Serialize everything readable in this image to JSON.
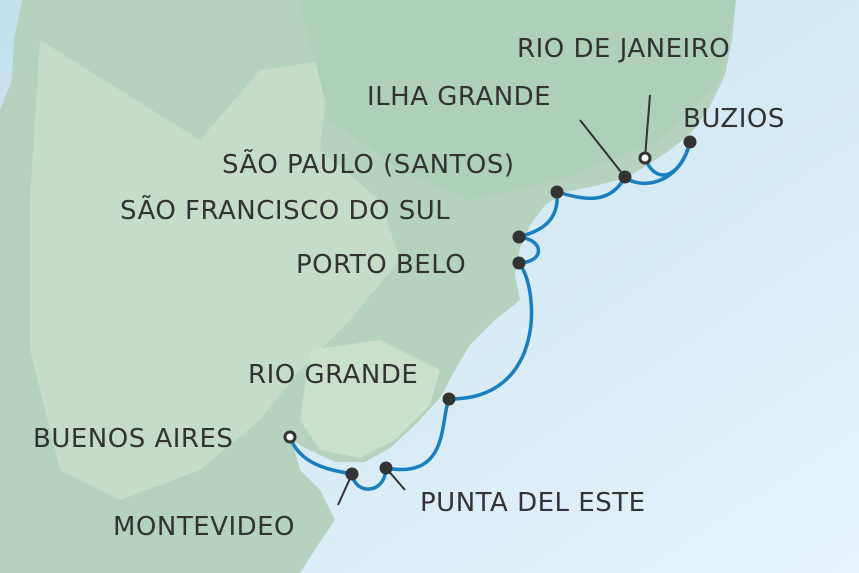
{
  "map": {
    "ports": [
      {
        "id": "rio-de-janeiro",
        "name": "RIO DE JANEIRO",
        "type": "embark"
      },
      {
        "id": "ilha-grande",
        "name": "ILHA GRANDE",
        "type": "stop"
      },
      {
        "id": "buzios",
        "name": "BUZIOS",
        "type": "stop"
      },
      {
        "id": "sao-paulo",
        "name": "SÃO PAULO (SANTOS)",
        "type": "stop"
      },
      {
        "id": "sao-francisco",
        "name": "SÃO FRANCISCO DO SUL",
        "type": "stop"
      },
      {
        "id": "porto-belo",
        "name": "PORTO BELO",
        "type": "stop"
      },
      {
        "id": "rio-grande",
        "name": "RIO GRANDE",
        "type": "stop"
      },
      {
        "id": "buenos-aires",
        "name": "BUENOS AIRES",
        "type": "disembark"
      },
      {
        "id": "montevideo",
        "name": "MONTEVIDEO",
        "type": "stop"
      },
      {
        "id": "punta-del-este",
        "name": "PUNTA DEL ESTE",
        "type": "stop"
      }
    ],
    "colors": {
      "land": "#b4d2bd",
      "land_light": "#c6dec9",
      "ocean": "#d6ebf6",
      "route": "#1a7fc1",
      "marker": "#333333"
    }
  }
}
